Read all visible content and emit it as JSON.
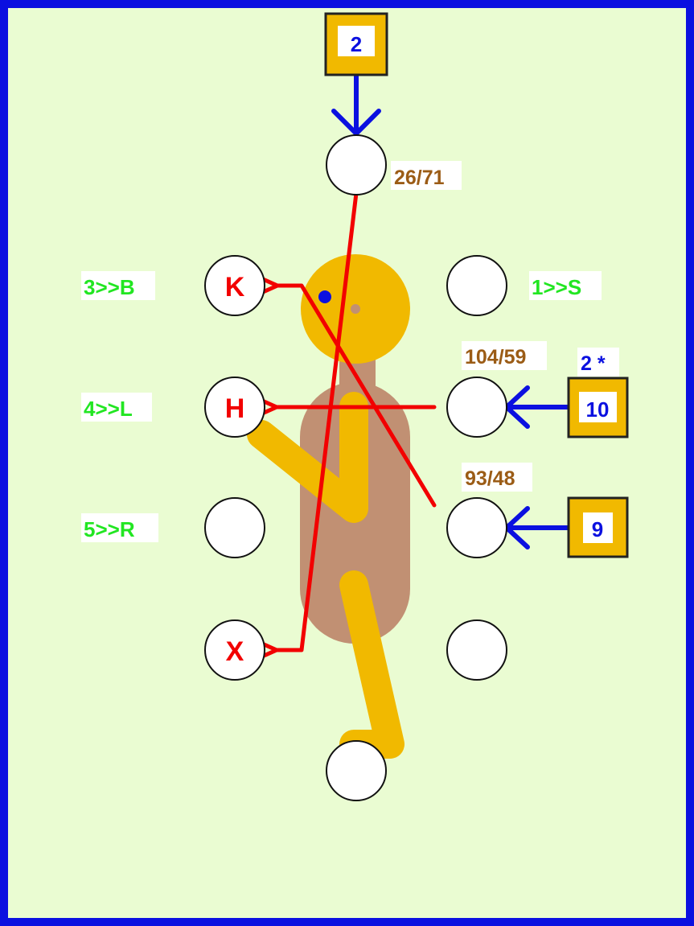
{
  "colors": {
    "background": "#eafcd2",
    "frame": "#0b10e0",
    "body": "#c19073",
    "limb": "#f1b900",
    "red": "#f20000",
    "blue": "#0b10e0",
    "green": "#22e622",
    "brown": "#9b5c16",
    "box_fill": "#f1b900"
  },
  "positions": {
    "top": {
      "letter": "",
      "rating": "26/71"
    },
    "left_upper": {
      "letter": "K",
      "label": "3>>B"
    },
    "right_upper": {
      "letter": "",
      "label": "1>>S"
    },
    "left_middle": {
      "letter": "H",
      "label": "4>>L"
    },
    "right_middle": {
      "letter": "",
      "rating": "104/59",
      "note": "2 *"
    },
    "left_lower": {
      "letter": "",
      "label": "5>>R"
    },
    "right_lower": {
      "letter": "",
      "rating": "93/48"
    },
    "left_bottom": {
      "letter": "X"
    },
    "right_bottom": {
      "letter": ""
    },
    "foot": {
      "letter": ""
    }
  },
  "boxes": {
    "top": "2",
    "right_middle": "10",
    "right_lower": "9"
  }
}
